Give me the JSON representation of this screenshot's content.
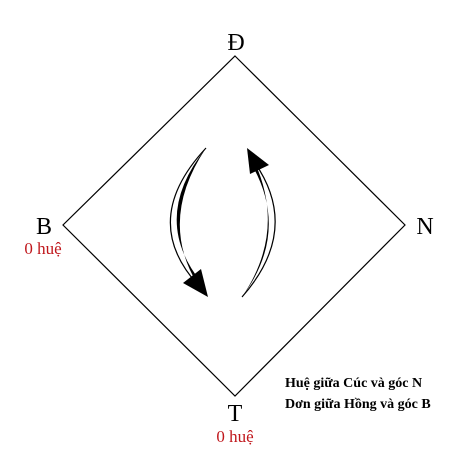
{
  "corners": {
    "top": "Đ",
    "left": "B",
    "right": "N",
    "bottom": "T"
  },
  "scores": {
    "left": "0 huệ",
    "bottom": "0 huệ"
  },
  "notes": [
    "Huệ giữa Cúc và góc N",
    "Dơn giữa Hồng và góc B"
  ],
  "colors": {
    "line": "#000000",
    "score": "#c0171c",
    "background": "#ffffff"
  },
  "icons": {
    "left_arrow": "curved-arrow-down-icon",
    "right_arrow": "curved-arrow-up-icon"
  }
}
